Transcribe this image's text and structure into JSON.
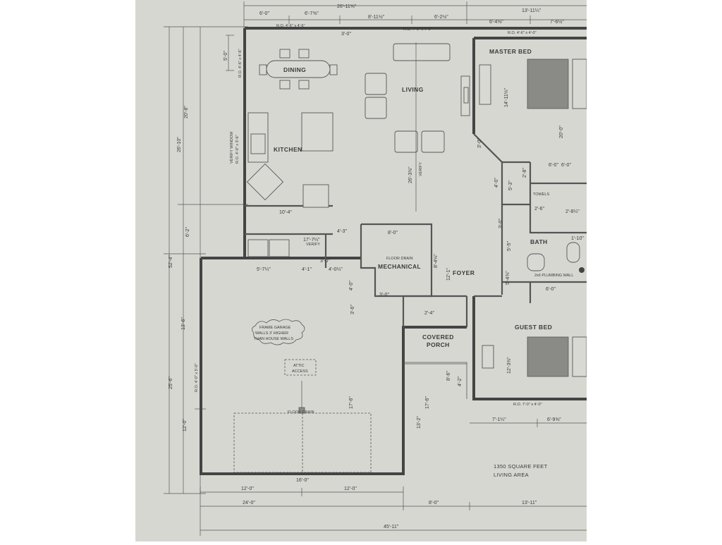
{
  "rooms": {
    "dining": "DINING",
    "living": "LIVING",
    "kitchen": "KITCHEN",
    "master_bed": "MASTER BED",
    "bath": "BATH",
    "mechanical": "MECHANICAL",
    "foyer": "FOYER",
    "guest_bed": "GUEST BED",
    "covered_porch_1": "COVERED",
    "covered_porch_2": "PORCH"
  },
  "notes": {
    "garage_1": "FRAME GARAGE",
    "garage_2": "WALLS 3' HIGHER",
    "garage_3": "THAN HOUSE WALLS",
    "attic_1": "ATTIC",
    "attic_2": "ACCESS",
    "floor_drain_mech": "FLOOR DRAIN",
    "floor_drain_garage": "FLOOR DRAIN",
    "verify_window": "VERIFY WINDOW",
    "verify_1": "VERIFY",
    "verify_2": "VERIFY",
    "towels": "TOWELS",
    "plumbing_wall": "2x6 PLUMBING WALL",
    "ro_top_1": "R.O. 4'-6\" x 4'-6\"",
    "ro_top_2": "R.O. 7'-0\" x 4'-0\"",
    "ro_top_3": "R.O. 4'-6\" x 4'-0\"",
    "ro_left_1": "R.O. 4'-6\" x 4'-6\"",
    "ro_left_2": "R.O. 4'-0\" x 3'-6\"",
    "ro_garage": "R.O. 4'-0\" x 5'-0\"",
    "ro_bottom": "R.O. 7'-0\" x 4'-0\""
  },
  "area_text": {
    "line1": "1350 SQUARE FEET",
    "line2": "LIVING AREA"
  },
  "dims_top": {
    "overall": "26'-11⅝\"",
    "right_overall": "13'-11¼\"",
    "d1": "6'-0\"",
    "d2": "6'-7⅝\"",
    "d3": "8'-11½\"",
    "d4": "6'-2½\"",
    "d5": "6'-4⅝\"",
    "d6": "7'-6½\""
  },
  "dims_left": {
    "overall": "52'-4\"",
    "house": "26'-10\"",
    "upper": "20'-8\"",
    "lower": "6'-2\"",
    "window": "5'-0\"",
    "garage_total": "25'-6\"",
    "garage_upper": "13'-6\"",
    "garage_lower": "12'-0\""
  },
  "dims_bottom": {
    "g1": "12'-0\"",
    "g2": "12'-0\"",
    "g_total": "24'-0\"",
    "porch": "8'-0\"",
    "right": "13'-11\"",
    "overall": "45'-11\"",
    "door": "16'-0\""
  },
  "dims_interior": {
    "kitchen_w": "10'-4\"",
    "hall_w": "17'-7¼\"",
    "d_4_3": "4'-3\"",
    "mech_w": "8'-0\"",
    "mech_h": "8'-4⅛\"",
    "g_5_7": "5'-7¼\"",
    "g_4_1": "4'-1\"",
    "g_4_0": "4'-0¼\"",
    "d_4_0v": "4'-0\"",
    "d_3_6": "3'-6\"",
    "d_17_6a": "17'-6\"",
    "d_17_6b": "17'-6\"",
    "d_13_2": "13'-2\"",
    "d_8_6": "8'-6\"",
    "d_4_2": "4'-2\"",
    "foyer_h": "12'-1\"",
    "living_h": "26'-3⅜\"",
    "master_h": "14'-11½\"",
    "master_20": "20'-0\"",
    "d_6_0a": "6'-0\"",
    "d_6_0b": "6'-0\"",
    "d_5_3": "5'-3\"",
    "d_2_8": "2'-8\"",
    "d_2_8b": "2'-8¼\"",
    "d_1_10": "1'-10\"",
    "d_5_5": "5'-5\"",
    "d_5_4": "5'-4⅜\"",
    "d_4_0c": "4'-0\"",
    "d_3_0a": "3'-0\"",
    "d_3_0b": "3'-0\"",
    "d_3_0c": "3'-0\"",
    "d_3_0d": "3'-0\"",
    "d_3_0e": "3'-0\"",
    "d_2_4": "2'-4\"",
    "d_2_6": "2'-6\"",
    "guest_h": "12'-3⅜\"",
    "guest_w1": "7'-1¼\"",
    "guest_w2": "6'-9⅜\"",
    "d_6_0c": "6'-0\""
  },
  "colors": {
    "paper": "#d7d7d2",
    "ink": "#444444"
  }
}
